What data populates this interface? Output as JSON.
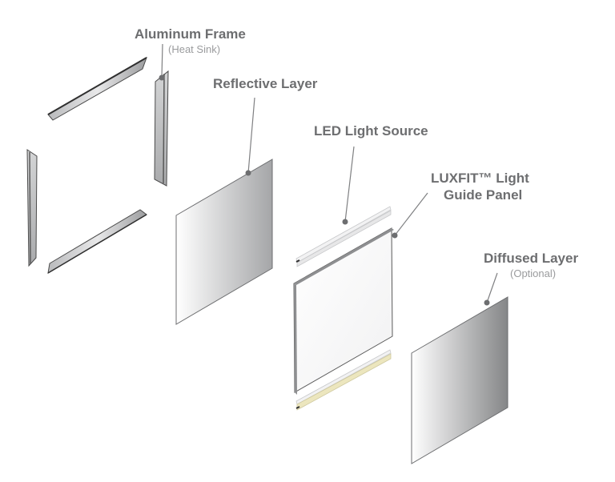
{
  "labels": {
    "aluminum_frame": "Aluminum Frame",
    "heat_sink": "(Heat Sink)",
    "reflective_layer": "Reflective Layer",
    "led_light_source": "LED Light Source",
    "light_guide_line1": "LUXFIT™ Light",
    "light_guide_line2": "Guide Panel",
    "diffused_layer": "Diffused Layer",
    "optional": "(Optional)"
  },
  "colors": {
    "label_text": "#6d6e70",
    "sub_text": "#9a9b9d",
    "leader": "#7f8082",
    "led_strip": "#e9e3b8"
  }
}
